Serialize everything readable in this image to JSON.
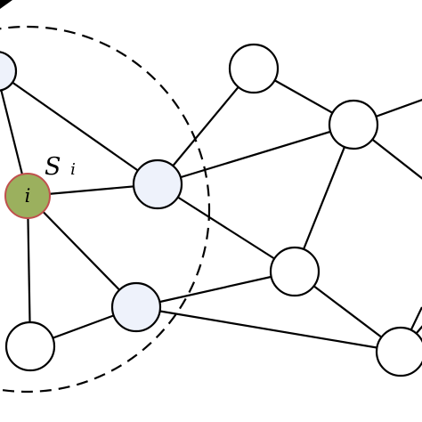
{
  "diagram": {
    "center_node": {
      "label": "i",
      "fill_color": "#9bb05e",
      "stroke_color": "#c0504d"
    },
    "neighborhood": {
      "label_main": "S",
      "label_sub": "i",
      "boundary_style": "dashed"
    },
    "colors": {
      "edge": "#000000",
      "node_stroke": "#000000",
      "node_fill_neighbor": "#eef2fb",
      "node_fill_other": "#ffffff"
    },
    "node_ids": [
      "top-left-node",
      "center-node",
      "mid-neighbor-node",
      "lower-neighbor-node",
      "bottom-left-node",
      "top-right-node",
      "right-node",
      "middle-right-node",
      "bottom-right-node"
    ],
    "edges": [
      [
        "top-left-node",
        "center-node"
      ],
      [
        "top-left-node",
        "mid-neighbor-node"
      ],
      [
        "center-node",
        "mid-neighbor-node"
      ],
      [
        "center-node",
        "lower-neighbor-node"
      ],
      [
        "center-node",
        "bottom-left-node"
      ],
      [
        "bottom-left-node",
        "lower-neighbor-node"
      ],
      [
        "mid-neighbor-node",
        "top-right-node"
      ],
      [
        "mid-neighbor-node",
        "right-node"
      ],
      [
        "mid-neighbor-node",
        "middle-right-node"
      ],
      [
        "top-right-node",
        "right-node"
      ],
      [
        "right-node",
        "middle-right-node"
      ],
      [
        "middle-right-node",
        "bottom-right-node"
      ],
      [
        "lower-neighbor-node",
        "middle-right-node"
      ],
      [
        "lower-neighbor-node",
        "bottom-right-node"
      ]
    ]
  }
}
